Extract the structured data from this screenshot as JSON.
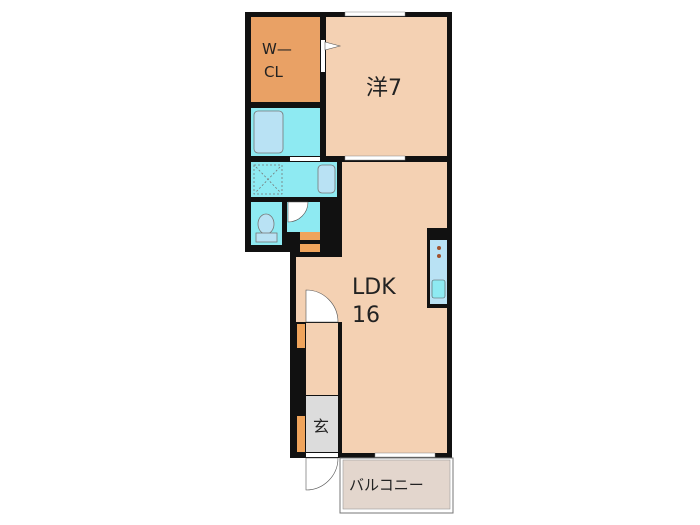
{
  "floorplan": {
    "rooms": {
      "wcl": {
        "line1": "W—",
        "line2": "CL"
      },
      "western": {
        "label": "洋7"
      },
      "ldk": {
        "line1": "LDK",
        "line2": "16"
      },
      "entrance": {
        "label": "玄"
      },
      "balcony": {
        "label": "バルコニー"
      }
    },
    "colors": {
      "wall": "#111111",
      "room": "#F4D1B3",
      "closet": "#E9A165",
      "wet": "#8EEAF2",
      "fixture": "#B9E2F4",
      "entrance": "#DCDCDC",
      "balcony": "#E3D6CD",
      "storage": "#EFA45C"
    }
  }
}
